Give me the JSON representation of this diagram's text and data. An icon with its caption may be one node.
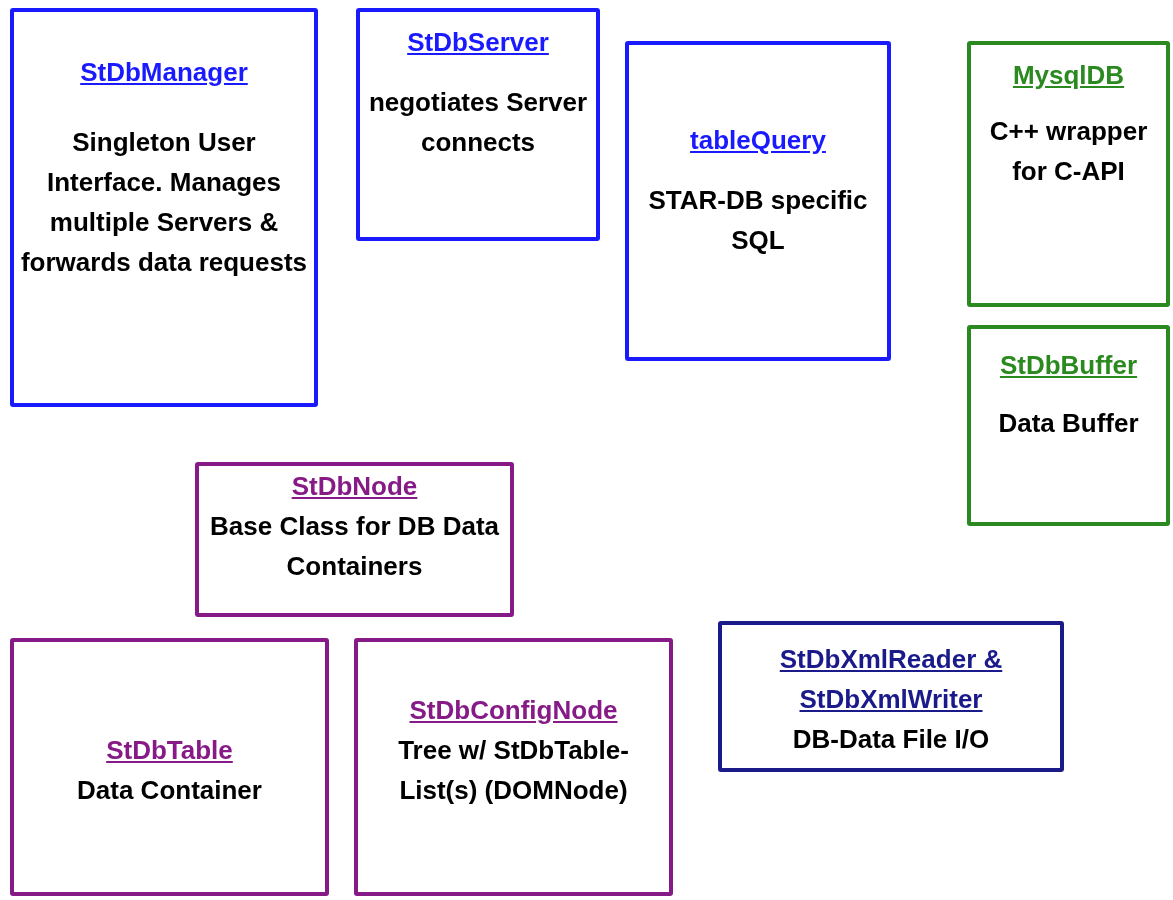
{
  "diagram": {
    "nodes": [
      {
        "text": [
          "StDbManager",
          "Singleton User Interface. Manages multiple Servers & forwards data requests"
        ]
      },
      {
        "text": [
          "StDbServer",
          "negotiates Server connects"
        ]
      },
      {
        "text": [
          "tableQuery",
          "STAR-DB specific SQL"
        ]
      },
      {
        "text": [
          "MysqlDB",
          "C++ wrapper for C-API"
        ]
      },
      {
        "text": [
          "StDbBuffer",
          "Data Buffer"
        ]
      },
      {
        "text": [
          "StDbNode",
          "Base Class for DB Data Containers"
        ]
      },
      {
        "text": [
          "StDbTable",
          "Data Container"
        ]
      },
      {
        "text": [
          "StDbConfigNode",
          "Tree w/ StDbTable-List(s) (DOMNode)"
        ]
      },
      {
        "text": [
          "StDbXmlReader & StDbXmlWriter",
          "DB-Data File I/O"
        ]
      }
    ],
    "edges": []
  }
}
